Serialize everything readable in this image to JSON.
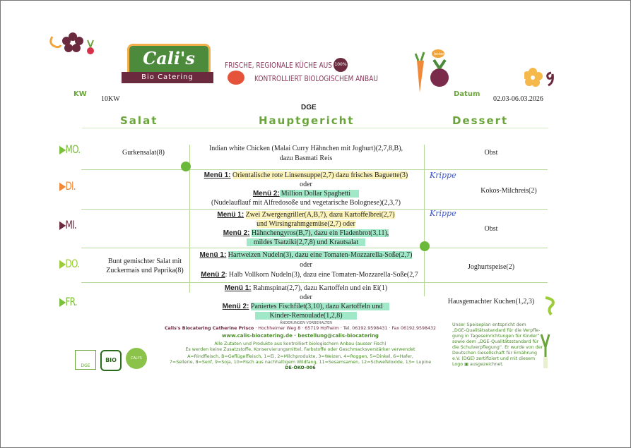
{
  "header": {
    "logo_title": "Cali's",
    "logo_subtitle": "Bio Catering",
    "slogan_line1": "FRISCHE, REGIONALE KÜCHE AUS",
    "slogan_badge": "100%",
    "slogan_line2": "KONTROLLIERT BIOLOGISCHEM ANBAU",
    "speech_bubble": "lecker",
    "kw_label": "KW",
    "kw_value": "10KW",
    "date_label": "Datum",
    "date_value": "02.03-06.03.2026",
    "dge": "DGE"
  },
  "columns": {
    "salat": "Salat",
    "haupt": "Hauptgericht",
    "dessert": "Dessert"
  },
  "days": [
    {
      "label": "MO.",
      "color": "#7bbf3a",
      "salat": [],
      "dessert": "Obst",
      "main": [
        {
          "text": "Indian white Chicken (Malai Curry Hähnchen mit Joghurt)(2,7,8,B),"
        },
        {
          "text": "dazu Basmati Reis"
        }
      ],
      "salat_text": "Gurkensalat(8)"
    },
    {
      "label": "DI.",
      "color": "#f08a3a",
      "dessert": "Kokos-Milchreis(2)",
      "note": "Krippe",
      "main": [
        {
          "menu": "Menü 1:",
          "text": "Orientalische rote Linsensuppe(2,7) dazu frisches Baguette(3)"
        },
        {
          "text": "oder"
        },
        {
          "menu": "Menü 2:",
          "text": "Million Dollar Spaghetti"
        },
        {
          "text": "(Nudelauflauf mit Alfredosoße und vegetarische Bolognese)(2,3,7)"
        }
      ]
    },
    {
      "label": "MI.",
      "color": "#6b2a3e",
      "dessert": "Obst",
      "note": "Krippe",
      "main": [
        {
          "menu": "Menü 1:",
          "text": "Zwei Zwergengriller(A,B,7), dazu Kartoffelbrei(2,7)"
        },
        {
          "text": "und Wirsingrahmgemüse(2,7) oder"
        },
        {
          "menu": "Menü 2:",
          "text": "Hähnchengyros(B,7), dazu ein Fladenbrot(3,11),"
        },
        {
          "text": "mildes Tsatziki(2,7,8) und Krautsalat"
        }
      ]
    },
    {
      "label": "DO.",
      "color": "#9ccc3a",
      "dessert": "Joghurtspeise(2)",
      "salat_lines": [
        "Bunt gemischter Salat mit",
        "Zuckermais und Paprika(8)"
      ],
      "main": [
        {
          "menu": "Menü 1:",
          "text": "Hartweizen Nudeln(3), dazu eine Tomaten-Mozzarella-Soße(2,7)"
        },
        {
          "text": "oder"
        },
        {
          "menu": "Menü 2",
          "text": ": Halb Vollkorn Nudeln(3), dazu eine Tomaten-Mozzarella-Soße(2,7"
        }
      ]
    },
    {
      "label": "FR.",
      "color": "#7bbf3a",
      "dessert": "Hausgemachter Kuchen(1,2,3)",
      "main": [
        {
          "menu": "Menü 1:",
          "text": "Rahmspinat(2,7), dazu Kartoffeln und ein Ei(1)"
        },
        {
          "text": "oder"
        },
        {
          "menu": "Menü 2:",
          "text": "Paniertes Fischfilet(3,10), dazu Kartoffeln und"
        },
        {
          "text": "Kinder-Remoulade(1,2,8)"
        }
      ],
      "overprint": "ÄNDERUNGEN VORBEHALTEN"
    }
  ],
  "footer": {
    "company": "Calis's Biocatering Catherine Prisco",
    "address": " · Hochheimer Weg 8 · 65719 Hofheim · Tel. 06192.9598431 · Fax 06192.9598432",
    "web": "www.calis-biocatering.de · bestellung@calis-biocatering",
    "info1": "Alle Zutaten und Produkte aus kontrolliert biologischem Anbau (ausser Fisch)",
    "info2": "Es werden keine Zusatzstoffe, Konservierungsmittel, Farbstoffe oder Geschmacksverstärker verwendet",
    "allergens1": "A=Rindfleisch, B=Geflügelfleisch, 1=Ei, 2=Milchprodukte, 3=Weizen, 4=Roggen, 5=Dinkel, 6=Hafer,",
    "allergens2": "7=Sellerie, 8=Senf, 9=Soja, 10=Fisch aus nachhaltigem Wildfang, 11=Sesamsamen, 12=Schwefeloxide, 13= Lupine",
    "eco_code": "DE-ÖKO-006",
    "dge_text": [
      "Unser Speiseplan entspricht dem",
      "„DGE-Qualitätsstandard für die Verpfle-",
      "gung in Tageseinrichtungen für Kinder“",
      "sowie dem „DGE-Qualitätsstandard für",
      "die Schulverpflegung“. Er wurde von der",
      "Deutschen Gesellschaft für Ernährung",
      "e.V. (DGE) zertifiziert und mit diesem",
      "Logo ▣ ausgezeichnet."
    ],
    "logos": {
      "dge": "DGE",
      "bio": "BIO",
      "calis": "CALI'S"
    }
  }
}
